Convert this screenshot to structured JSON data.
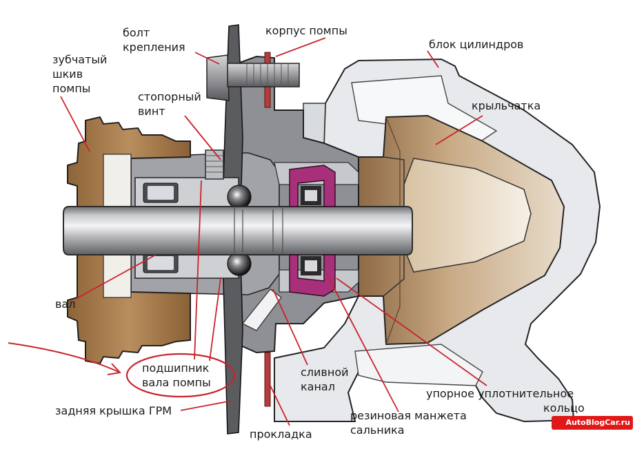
{
  "labels": {
    "bolt": [
      "болт",
      "крепления"
    ],
    "pump_housing": "корпус помпы",
    "cylinder_block": "блок цилиндров",
    "pulley": [
      "зубчатый",
      "шкив",
      "помпы"
    ],
    "lock_screw": [
      "стопорный",
      "винт"
    ],
    "impeller": "крыльчатка",
    "shaft": "вал",
    "bearing": [
      "подшипник",
      "вала помпы"
    ],
    "drain_channel": [
      "сливной",
      "канал"
    ],
    "thrust_ring": [
      "упорное уплотнительное",
      "кольцо"
    ],
    "rubber_cuff": [
      "резиновая манжета",
      "сальника"
    ],
    "rear_cover": "задняя крышка ГРМ",
    "gasket": "прокладка"
  },
  "watermark": {
    "text": "AutoBlogCar.ru"
  },
  "colors": {
    "leader_line": "#c8232c",
    "highlight": "#c8232c",
    "pulley": "#a57a4c",
    "impeller": "#9c7650",
    "housing_gray": "#8f8f94",
    "block_light": "#e4e6ea",
    "seal_magenta": "#a8307a",
    "gasket_red": "#b83a3a"
  }
}
